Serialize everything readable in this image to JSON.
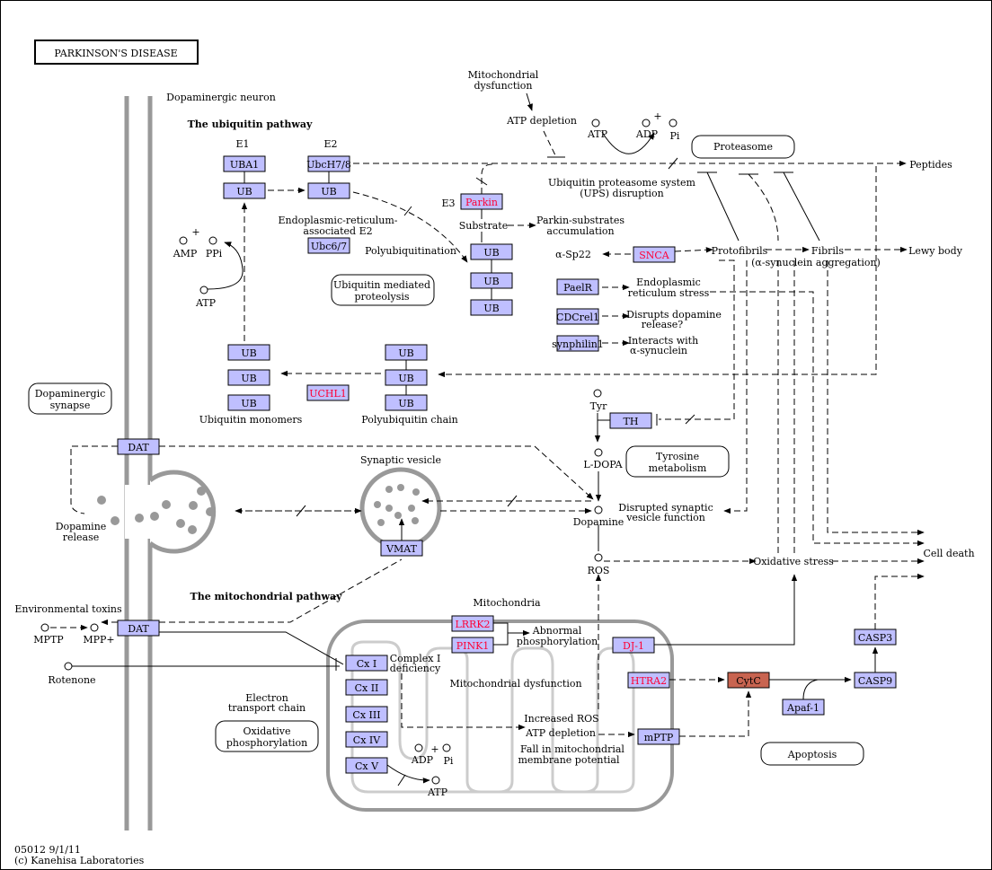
{
  "title": "PARKINSON'S DISEASE",
  "footer": {
    "code": "05012 9/1/11",
    "copyright": "(c) Kanehisa Laboratories"
  },
  "colors": {
    "gene_fill": "#bfbfff",
    "disease_gene_text": "#ff0033",
    "cytc_fill": "#c86450",
    "membrane": "#999999"
  },
  "genes": {
    "uba1": "UBA1",
    "ub1": "UB",
    "ubch78": "UbcH7/8",
    "ub2": "UB",
    "ubc67": "Ubc6/7",
    "parkin": "Parkin",
    "ub3": "UB",
    "ub4": "UB",
    "ub5": "UB",
    "snca": "SNCA",
    "paelr": "PaelR",
    "cdcrel1": "CDCrel1",
    "synphilin1": "synphilin1",
    "ubm1": "UB",
    "ubm2": "UB",
    "ubm3": "UB",
    "uchl1": "UCHL1",
    "ubp1": "UB",
    "ubp2": "UB",
    "ubp3": "UB",
    "th": "TH",
    "dat1": "DAT",
    "vmat": "VMAT",
    "dat2": "DAT",
    "lrrk2": "LRRK2",
    "pink1": "PINK1",
    "dj1": "DJ-1",
    "htra2": "HTRA2",
    "cytc": "CytC",
    "apaf1": "Apaf-1",
    "casp3": "CASP3",
    "casp9": "CASP9",
    "mptp": "mPTP",
    "cx1": "Cx I",
    "cx2": "Cx II",
    "cx3": "Cx III",
    "cx4": "Cx IV",
    "cx5": "Cx V"
  },
  "maps": {
    "proteasome": "Proteasome",
    "ubiq_mediated": [
      "Ubiquitin mediated",
      "proteolysis"
    ],
    "dopaminergic_synapse": [
      "Dopaminergic",
      "synapse"
    ],
    "tyrosine": [
      "Tyrosine",
      "metabolism"
    ],
    "oxphos": [
      "Oxidative",
      "phosphorylation"
    ],
    "apoptosis": "Apoptosis"
  },
  "labels": {
    "dopaminergic_neuron": "Dopaminergic neuron",
    "ubiquitin_pathway": "The ubiquitin pathway",
    "mito_pathway": "The mitochondrial pathway",
    "e1": "E1",
    "e2": "E2",
    "e3": "E3",
    "er_e2": [
      "Endoplasmic-reticulum-",
      "associated E2"
    ],
    "polyubiquitination": "Polyubiquitination",
    "amp": "AMP",
    "ppi": "PPi",
    "atp_left": "ATP",
    "mito_dysfunction_top": [
      "Mitochondrial",
      "dysfunction"
    ],
    "atp_depletion_top": "ATP depletion",
    "atp_top": "ATP",
    "adp_top": "ADP",
    "pi_top": "Pi",
    "plus": "+",
    "peptides": "Peptides",
    "ups_disruption": [
      "Ubiquitin proteasome system",
      "(UPS) disruption"
    ],
    "substrate": "Substrate",
    "parkin_substrates": [
      "Parkin-substrates",
      "accumulation"
    ],
    "asp22": "α-Sp22",
    "protofibrils": "Protofibrils",
    "fibrils": "Fibrils",
    "synuclein_aggregation": "(α-synuclein aggregation)",
    "lewy_body": "Lewy body",
    "er_stress": [
      "Endoplasmic",
      "reticulum stress"
    ],
    "disrupts_dopamine": [
      "Disrupts dopamine",
      "release?"
    ],
    "interacts": [
      "Interacts with",
      "α-synuclein"
    ],
    "ubiquitin_monomers": "Ubiquitin monomers",
    "polyubiquitin_chain": "Polyubiquitin chain",
    "tyr": "Tyr",
    "ldopa": "L-DOPA",
    "synaptic_vesicle": "Synaptic vesicle",
    "dopamine": "Dopamine",
    "disrupted_vesicle": [
      "Disrupted synaptic",
      "vesicle function"
    ],
    "ros": "ROS",
    "oxidative_stress": "Oxidative stress",
    "cell_death": "Cell death",
    "dopamine_release": [
      "Dopamine",
      "release"
    ],
    "env_toxins": "Environmental toxins",
    "mptp": "MPTP",
    "mppplus": "MPP+",
    "rotenone": "Rotenone",
    "mitochondria": "Mitochondria",
    "abnormal_phos": [
      "Abnormal",
      "phosphorylation"
    ],
    "complex1_def": [
      "Complex I",
      "deficiency"
    ],
    "mito_dysfunction": "Mitochondrial dysfunction",
    "electron_transport": [
      "Electron",
      "transport chain"
    ],
    "increased_ros": "Increased ROS",
    "atp_depletion": "ATP depletion",
    "fall_potential": [
      "Fall in mitochondrial",
      "membrane potential"
    ],
    "adp_bottom": "ADP",
    "pi_bottom": "Pi",
    "atp_bottom": "ATP"
  }
}
